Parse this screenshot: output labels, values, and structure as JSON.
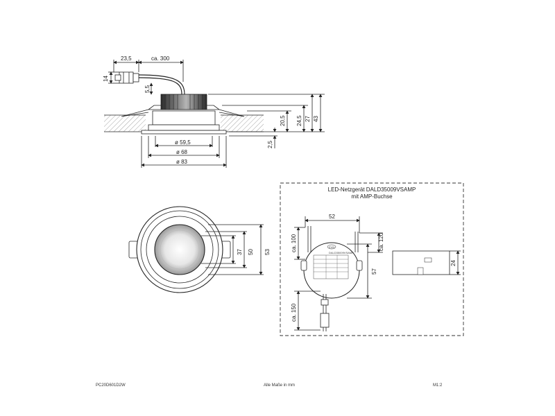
{
  "side_view": {
    "dim_connector_length": "23,5",
    "dim_cable_length": "ca. 300",
    "dim_connector_height": "14",
    "dim_connector_offset": "5,5",
    "dim_diam_inner": "ø 59,5",
    "dim_diam_mid": "ø 68",
    "dim_diam_outer": "ø 83",
    "dim_height_a": "20,5",
    "dim_height_b": "24,5",
    "dim_height_c": "27",
    "dim_height_total": "43",
    "dim_flange": "2,5"
  },
  "top_view": {
    "dim_a": "37",
    "dim_b": "50",
    "dim_c": "53"
  },
  "driver_box": {
    "title_line1": "LED-Netzgerät DALD35009VSAMP",
    "title_line2": "mit AMP-Buchse",
    "dim_width": "52",
    "dim_height": "57",
    "dim_cable_left": "ca. 100",
    "dim_cable_right": "ca. 120",
    "dim_cable_bottom": "ca. 150",
    "dim_side_height": "24",
    "label_brand": "EVN",
    "label_product": "DALD35009VSAMP"
  },
  "footer": {
    "article": "PC20D601D2W",
    "note": "Alle Maße in mm",
    "scale": "M1:2"
  },
  "colors": {
    "line": "#222222",
    "hatch": "#555555",
    "heatsink": "#3a3a3a",
    "frame_dash": "#333333"
  }
}
